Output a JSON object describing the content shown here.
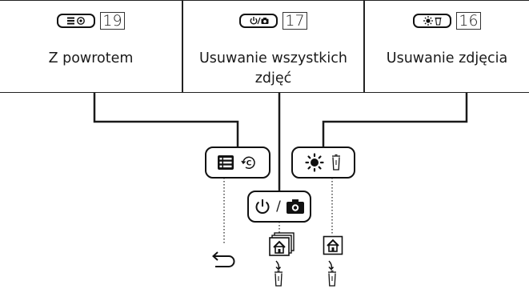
{
  "panels": [
    {
      "button_icon": "menu-rotate-button-icon",
      "ref_number": "19",
      "label": "Z powrotem"
    },
    {
      "button_icon": "power-camera-button-icon",
      "ref_number": "17",
      "label": "Usuwanie wszystkich zdjęć"
    },
    {
      "button_icon": "brightness-trash-button-icon",
      "ref_number": "16",
      "label": "Usuwanie zdjęcia"
    }
  ],
  "keys": [
    {
      "name": "menu-rotate-key",
      "icons": [
        "menu-list-icon",
        "rotate-icon"
      ]
    },
    {
      "name": "power-camera-key",
      "icons": [
        "power-icon",
        "camera-icon"
      ],
      "separator": "/"
    },
    {
      "name": "brightness-trash-key",
      "icons": [
        "brightness-icon",
        "trash-icon"
      ]
    }
  ],
  "outcomes": {
    "left": "return-arrow-icon",
    "middle": [
      "photo-stack-icon",
      "trash-icon"
    ],
    "right": [
      "photo-icon",
      "trash-icon"
    ]
  },
  "colors": {
    "line": "#1a1a1a",
    "border": "#222222",
    "background": "#ffffff"
  }
}
